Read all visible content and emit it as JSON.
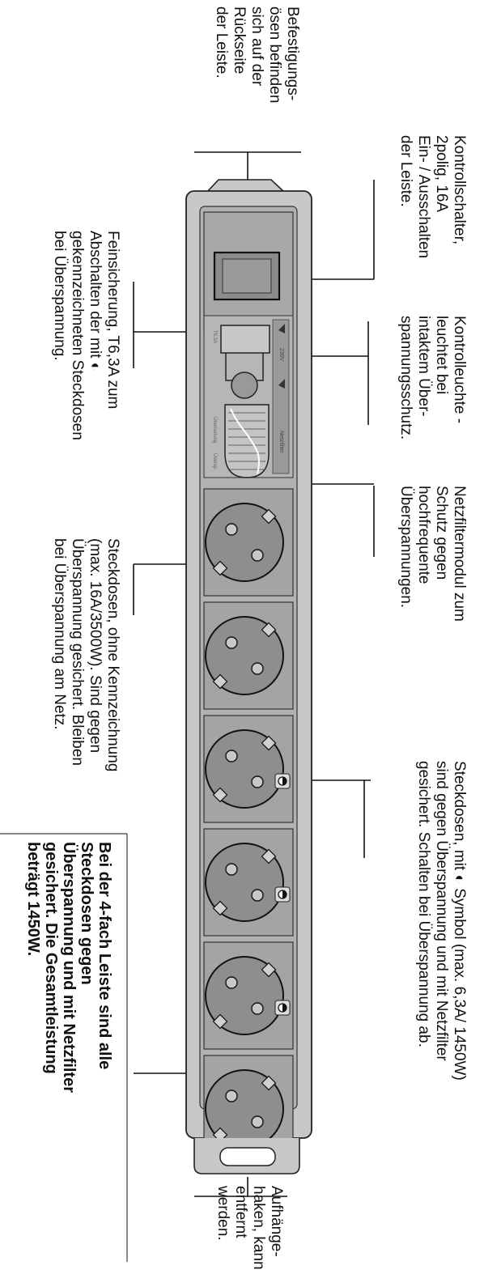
{
  "annotations": {
    "befestigung": "Befestigungs-\nösen befinden\nsich auf der\nRückseite\nder Leiste.",
    "kontrollschalter": "Kontrollschalter,\n2polig, 16A\nEin- / Ausschalten\nder Leiste.",
    "kontrollleuchte": "Kontrolleuchte -\nleuchtet bei\nintaktem Über-\nspannungsschutz.",
    "netzfilter": "Netzfiltermodul zum\nSchutz gegen\nhochfrequente\nÜberspannungen.",
    "feinsicherung": "Feinsicherung, T6,3A zum\nAbschalten der mit ◐\ngekennzeichneten Steckdosen\nbei Überspannung.",
    "steckdosen_ohne": "Steckdosen, ohne Kennzeichnung\n(max. 16A/3500W). Sind gegen\nÜberspannung gesichert. Bleiben\nbei Überspannung am Netz.",
    "steckdosen_mit": "Steckdosen, mit ◐ Symbol (max. 6,3A/ 1450W)\nsind gegen Überspannung und mit Netzfilter\ngesichert. Schalten bei Überspannung ab.",
    "aufhaenge": "Aufhänge-\nhaken, kann\nentfernt\nwerden.",
    "hinweis_bold": "Bei der 4-fach Leiste sind alle\nSteckdosen gegen\nÜberspannung und mit Netzfilter\ngesichert. Die Gesamtleistung\nbeträgt 1450W."
  },
  "panel_labels": {
    "v230": "230V",
    "netzfilter": "Netzfilter",
    "fuse": "T6,3A",
    "label_a": "Überlastung",
    "label_b": "Übersp."
  },
  "colors": {
    "body": "#c8c8c8",
    "panel": "#a8a8a8",
    "socket": "#8e8e8e",
    "outline": "#222222"
  }
}
